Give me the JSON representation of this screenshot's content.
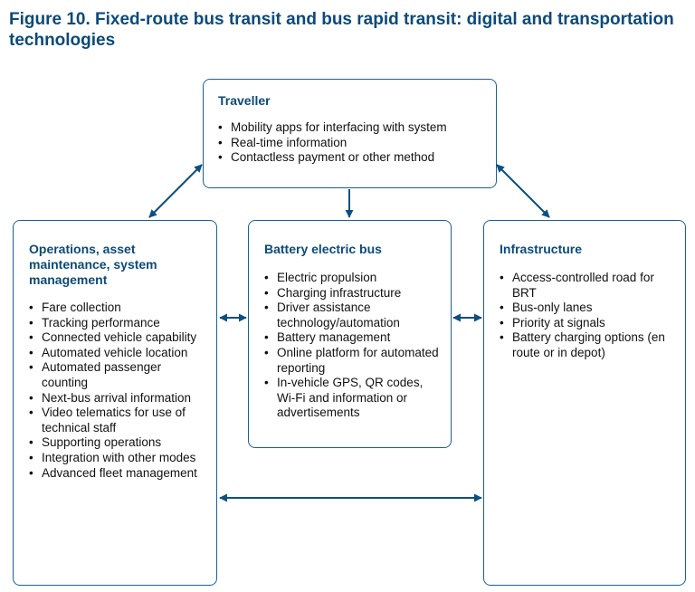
{
  "figure": {
    "title": "Figure 10. Fixed-route bus transit and bus rapid transit: digital and transportation technologies"
  },
  "traveller": {
    "title": "Traveller",
    "items": [
      "Mobility apps for interfacing with system",
      "Real-time information",
      "Contactless payment or other method"
    ]
  },
  "operations": {
    "title": "Operations, asset maintenance, system management",
    "items": [
      "Fare collection",
      "Tracking performance",
      "Connected vehicle capability",
      "Automated vehicle location",
      "Automated passenger counting",
      "Next-bus arrival information",
      "Video telematics for use of technical staff",
      "Supporting operations",
      "Integration with other modes",
      "Advanced fleet management"
    ]
  },
  "battery_bus": {
    "title": "Battery electric bus",
    "items": [
      "Electric propulsion",
      "Charging infrastructure",
      "Driver assistance technology/automation",
      "Battery management",
      "Online platform for automated reporting",
      "In-vehicle GPS, QR codes, Wi-Fi and information or advertisements"
    ]
  },
  "infrastructure": {
    "title": "Infrastructure",
    "items": [
      "Access-controlled road for BRT",
      "Bus-only lanes",
      "Priority at signals",
      "Battery charging options (en route or in depot)"
    ]
  },
  "colors": {
    "accent": "#0b4a7a",
    "border": "#1d5f93",
    "arrow": "#0d4f80"
  }
}
